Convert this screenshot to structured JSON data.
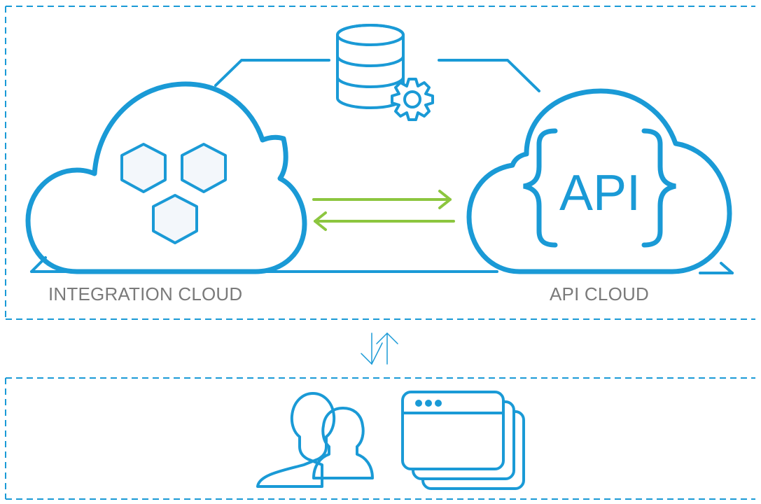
{
  "diagram": {
    "integration_cloud_label": "INTEGRATION CLOUD",
    "api_cloud_label": "API CLOUD",
    "api_text": "API",
    "colors": {
      "primary_blue": "#1a9ad6",
      "arrow_green": "#8cc63f",
      "label_gray": "#7a7a7a",
      "hex_fill": "#f3f7fb"
    },
    "icons": {
      "database": "database-gear-icon",
      "integration": "hexagon-cluster-icon",
      "api": "api-braces-icon",
      "sync": "bidirectional-arrows-icon",
      "users": "users-icon",
      "applications": "browser-windows-icon"
    }
  }
}
